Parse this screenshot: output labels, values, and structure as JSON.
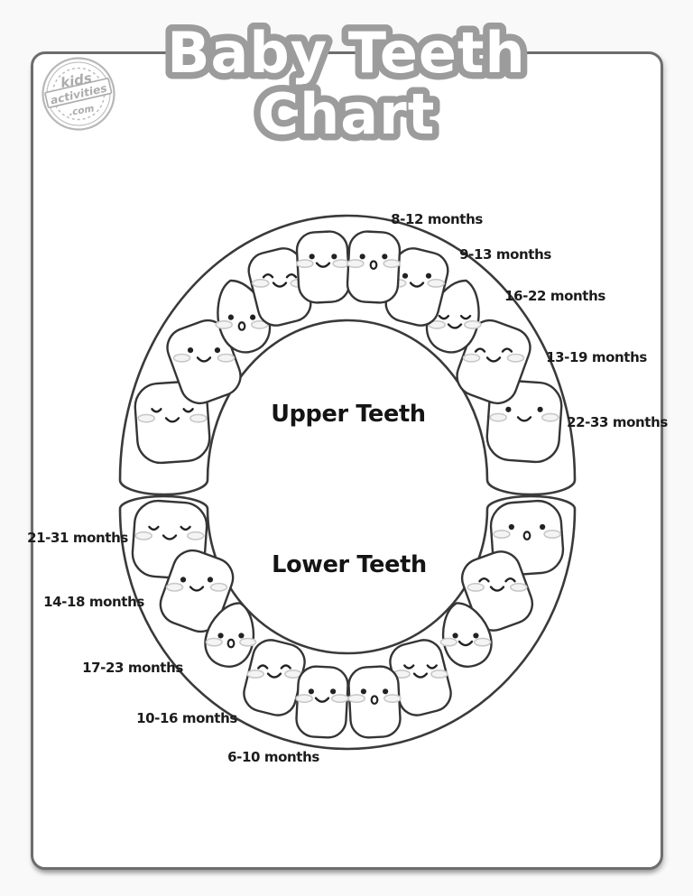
{
  "page": {
    "background_color": "#f9f9f9",
    "card_color": "#ffffff",
    "card_border_color": "#6d6d6d",
    "ink_color": "#353535",
    "title_line1": "Baby Teeth",
    "title_line2": "Chart",
    "title_fill": "#ffffff",
    "title_outline": "#9c9c9c"
  },
  "logo": {
    "line1": "kids",
    "line2": "activities",
    "line3": ".com"
  },
  "upper": {
    "heading": "Upper Teeth",
    "labels": [
      "8-12 months",
      "9-13 months",
      "16-22 months",
      "13-19 months",
      "22-33 months"
    ]
  },
  "lower": {
    "heading": "Lower Teeth",
    "labels": [
      "21-31 months",
      "14-18 months",
      "17-23 months",
      "10-16 months",
      "6-10 months"
    ]
  },
  "teeth": {
    "count_per_arch": 10,
    "upper_faces": [
      "closed-smile",
      "dot-smile",
      "dot-o",
      "happy-smile",
      "dot-smile",
      "dot-o",
      "dot-smile",
      "closed-smile",
      "happy-smile",
      "dot-smile"
    ],
    "lower_faces": [
      "closed-smile",
      "dot-smile",
      "dot-o",
      "happy-smile",
      "dot-smile",
      "dot-o",
      "closed-smile",
      "dot-smile",
      "happy-smile",
      "dot-o"
    ],
    "tooth_names": [
      "second-molar-left",
      "first-molar-left",
      "canine-left",
      "lateral-incisor-left",
      "central-incisor-left",
      "central-incisor-right",
      "lateral-incisor-right",
      "canine-right",
      "first-molar-right",
      "second-molar-right"
    ],
    "blush_color": "#c8c8c8",
    "face_color": "#222222"
  }
}
